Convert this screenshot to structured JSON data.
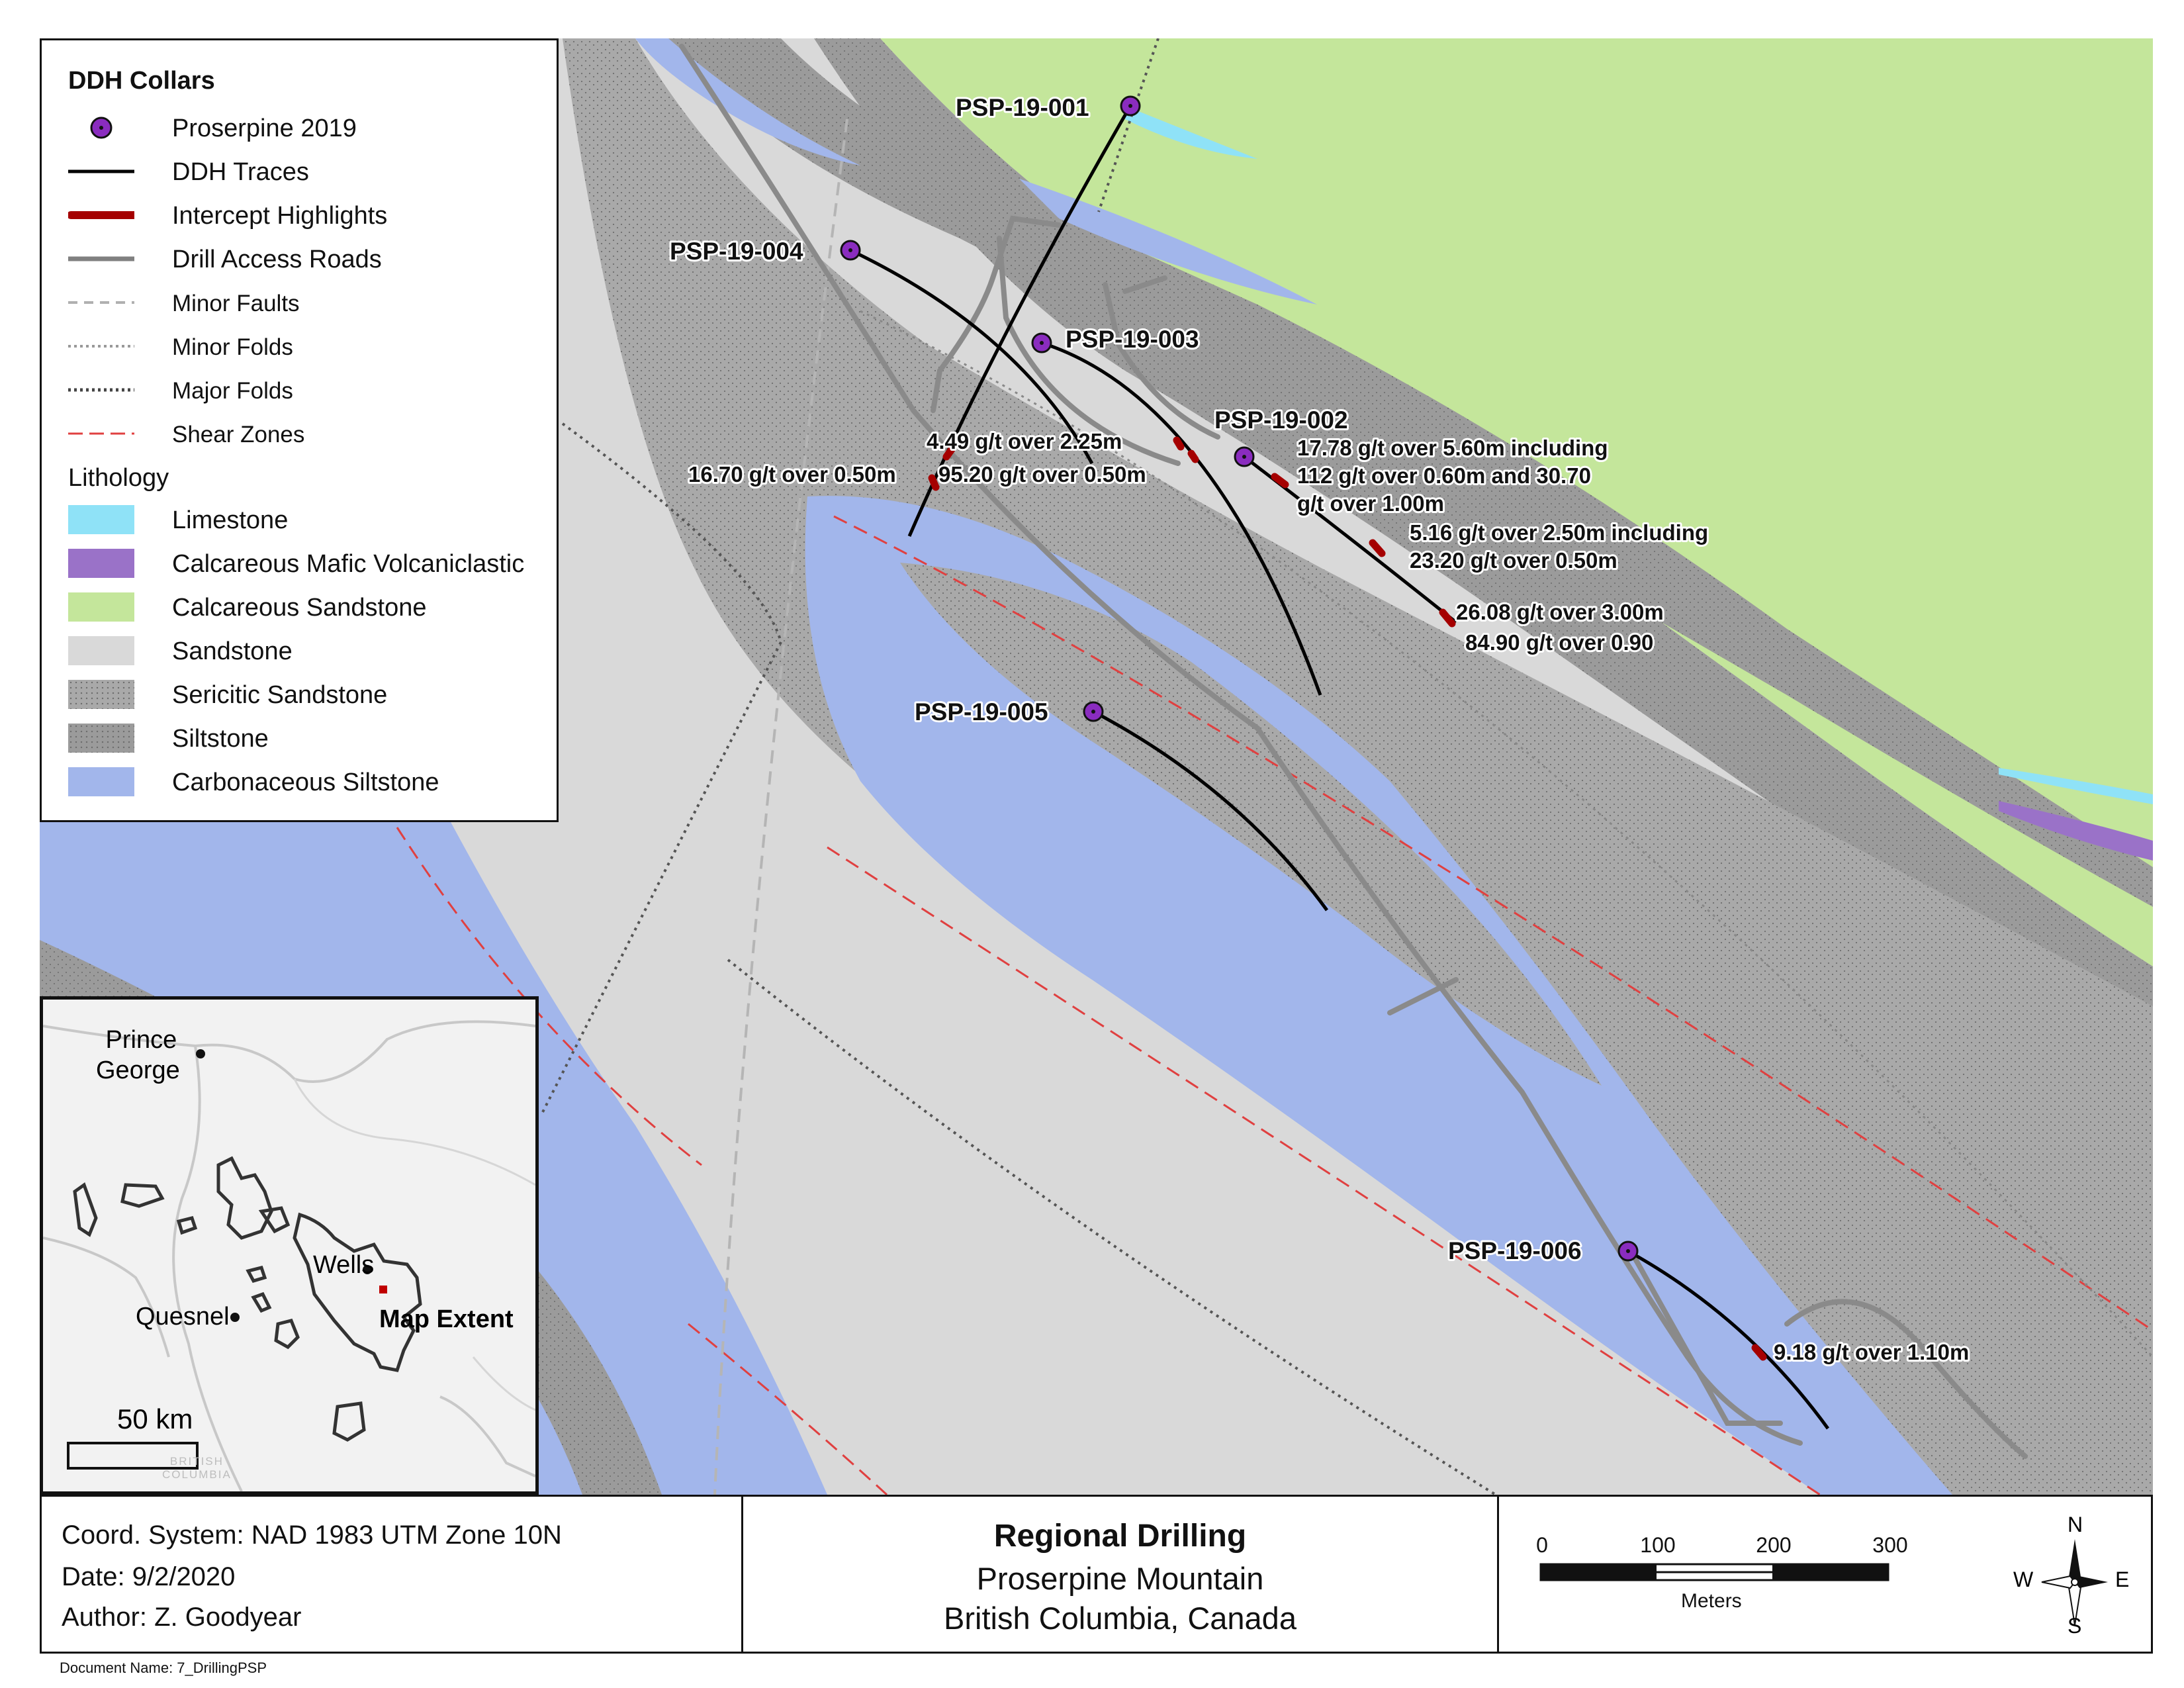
{
  "map": {
    "colors": {
      "limestone": "#8fe2f7",
      "calc_mafic": "#9a72c8",
      "calc_sandstone": "#c4e69b",
      "sandstone": "#d9d9d9",
      "sericitic": "#a9a9a9",
      "siltstone": "#9b9b9b",
      "carb_siltstone": "#a2b6eb",
      "collar": "#8a2cbf",
      "intercept": "#a50000",
      "road": "#8a8a8a",
      "shear": "#e04040"
    },
    "holes": [
      {
        "id": "PSP-19-001"
      },
      {
        "id": "PSP-19-002"
      },
      {
        "id": "PSP-19-003"
      },
      {
        "id": "PSP-19-004"
      },
      {
        "id": "PSP-19-005"
      },
      {
        "id": "PSP-19-006"
      }
    ],
    "intercepts": [
      {
        "text": "4.49 g/t over 2.25m"
      },
      {
        "text": "16.70 g/t over 0.50m"
      },
      {
        "text": "95.20 g/t over 0.50m"
      },
      {
        "text": "17.78 g/t over 5.60m including"
      },
      {
        "text": "112 g/t over 0.60m and 30.70"
      },
      {
        "text": "g/t over 1.00m"
      },
      {
        "text": "5.16 g/t over 2.50m including"
      },
      {
        "text": "23.20 g/t over 0.50m"
      },
      {
        "text": "26.08 g/t over 3.00m"
      },
      {
        "text": "84.90 g/t over 0.90"
      },
      {
        "text": "9.18 g/t over 1.10m"
      }
    ]
  },
  "legend": {
    "ddh_title": "DDH Collars",
    "items": [
      {
        "label": "Proserpine 2019",
        "icon": "collar-dot-icon"
      },
      {
        "label": "DDH Traces",
        "icon": "black-line-icon"
      },
      {
        "label": "Intercept Highlights",
        "icon": "red-line-icon"
      },
      {
        "label": "Drill Access Roads",
        "icon": "grey-line-icon"
      },
      {
        "label": "Minor Faults",
        "icon": "dashed-line-icon"
      },
      {
        "label": "Minor Folds",
        "icon": "dotted-line-icon"
      },
      {
        "label": "Major Folds",
        "icon": "dark-dotted-line-icon"
      },
      {
        "label": "Shear Zones",
        "icon": "red-dashed-line-icon"
      }
    ],
    "lith_title": "Lithology",
    "lithology": [
      {
        "label": "Limestone",
        "color": "#8fe2f7"
      },
      {
        "label": "Calcareous Mafic Volcaniclastic",
        "color": "#9a72c8"
      },
      {
        "label": "Calcareous Sandstone",
        "color": "#c4e69b"
      },
      {
        "label": "Sandstone",
        "color": "#d9d9d9"
      },
      {
        "label": "Sericitic Sandstone",
        "color": "#a9a9a9"
      },
      {
        "label": "Siltstone",
        "color": "#9b9b9b"
      },
      {
        "label": "Carbonaceous Siltstone",
        "color": "#a2b6eb"
      }
    ]
  },
  "inset": {
    "towns": [
      {
        "name_line1": "Prince",
        "name_line2": "George"
      },
      {
        "name_line1": "Wells"
      },
      {
        "name_line1": "Quesnel"
      }
    ],
    "extent_label": "Map Extent",
    "scale_label": "50 km",
    "watermark_line1": "BRITISH",
    "watermark_line2": "COLUMBIA"
  },
  "footer": {
    "coord": "Coord. System: NAD 1983 UTM Zone 10N",
    "date": "Date: 9/2/2020",
    "author": "Author: Z. Goodyear",
    "title": "Regional Drilling",
    "subtitle1": "Proserpine Mountain",
    "subtitle2": "British Columbia, Canada",
    "scale_ticks": [
      "0",
      "100",
      "200",
      "300"
    ],
    "scale_unit": "Meters",
    "compass": {
      "n": "N",
      "s": "S",
      "e": "E",
      "w": "W"
    }
  },
  "document_name": "Document Name: 7_DrillingPSP"
}
